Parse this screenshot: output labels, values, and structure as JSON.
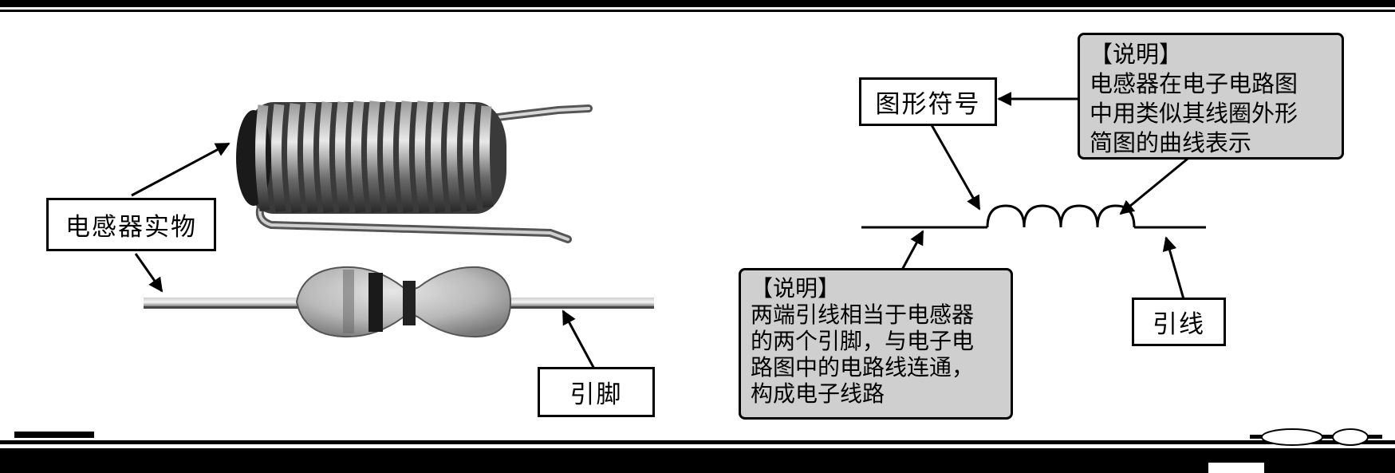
{
  "labels": {
    "inductor_real": "电感器实物",
    "lead_pin": "引脚",
    "graphic_symbol": "图形符号",
    "lead_wire": "引线"
  },
  "notes": {
    "symbol_note": [
      "【说明】",
      "电感器在电子电路图",
      "中用类似其线圈外形",
      "简图的曲线表示"
    ],
    "lead_note": [
      "【说明】",
      "两端引线相当于电感器",
      "的两个引脚，与电子电",
      "路图中的电路线连通，",
      "构成电子线路"
    ]
  }
}
